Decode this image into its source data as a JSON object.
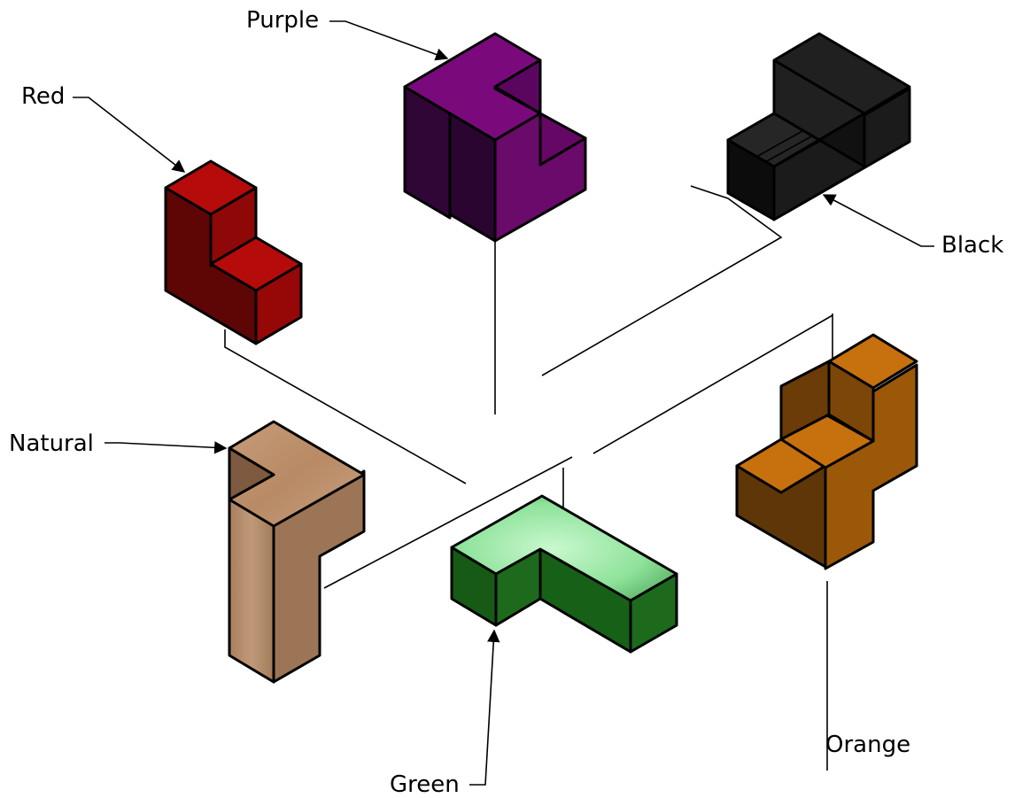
{
  "labels": {
    "purple": "Purple",
    "red": "Red",
    "black": "Black",
    "natural": "Natural",
    "green": "Green",
    "orange": "Orange"
  },
  "colors": {
    "purple": "#6e0a6e",
    "red": "#b00a0a",
    "black": "#151515",
    "natural": "#b68a68",
    "green": "#1f6b1f",
    "green_top": "#7fe08a",
    "orange": "#c4700e"
  }
}
